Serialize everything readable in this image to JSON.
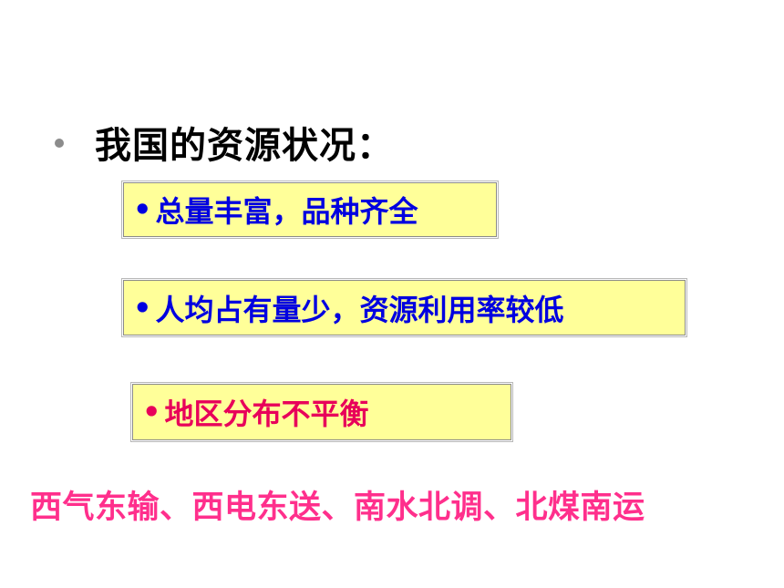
{
  "heading": {
    "text": "我国的资源状况："
  },
  "boxes": [
    {
      "bullet": "•",
      "text": "总量丰富，品种齐全"
    },
    {
      "bullet": "•",
      "text": "人均占有量少，资源利用率较低"
    },
    {
      "bullet": "•",
      "text": "地区分布不平衡"
    }
  ],
  "bottom": {
    "text": "西气东输、西电东送、南水北调、北煤南运"
  },
  "colors": {
    "box_fill": "#ffff99",
    "blue_text": "#0000e0",
    "red_text": "#e8005a",
    "pink_text": "#ff2f8c"
  }
}
